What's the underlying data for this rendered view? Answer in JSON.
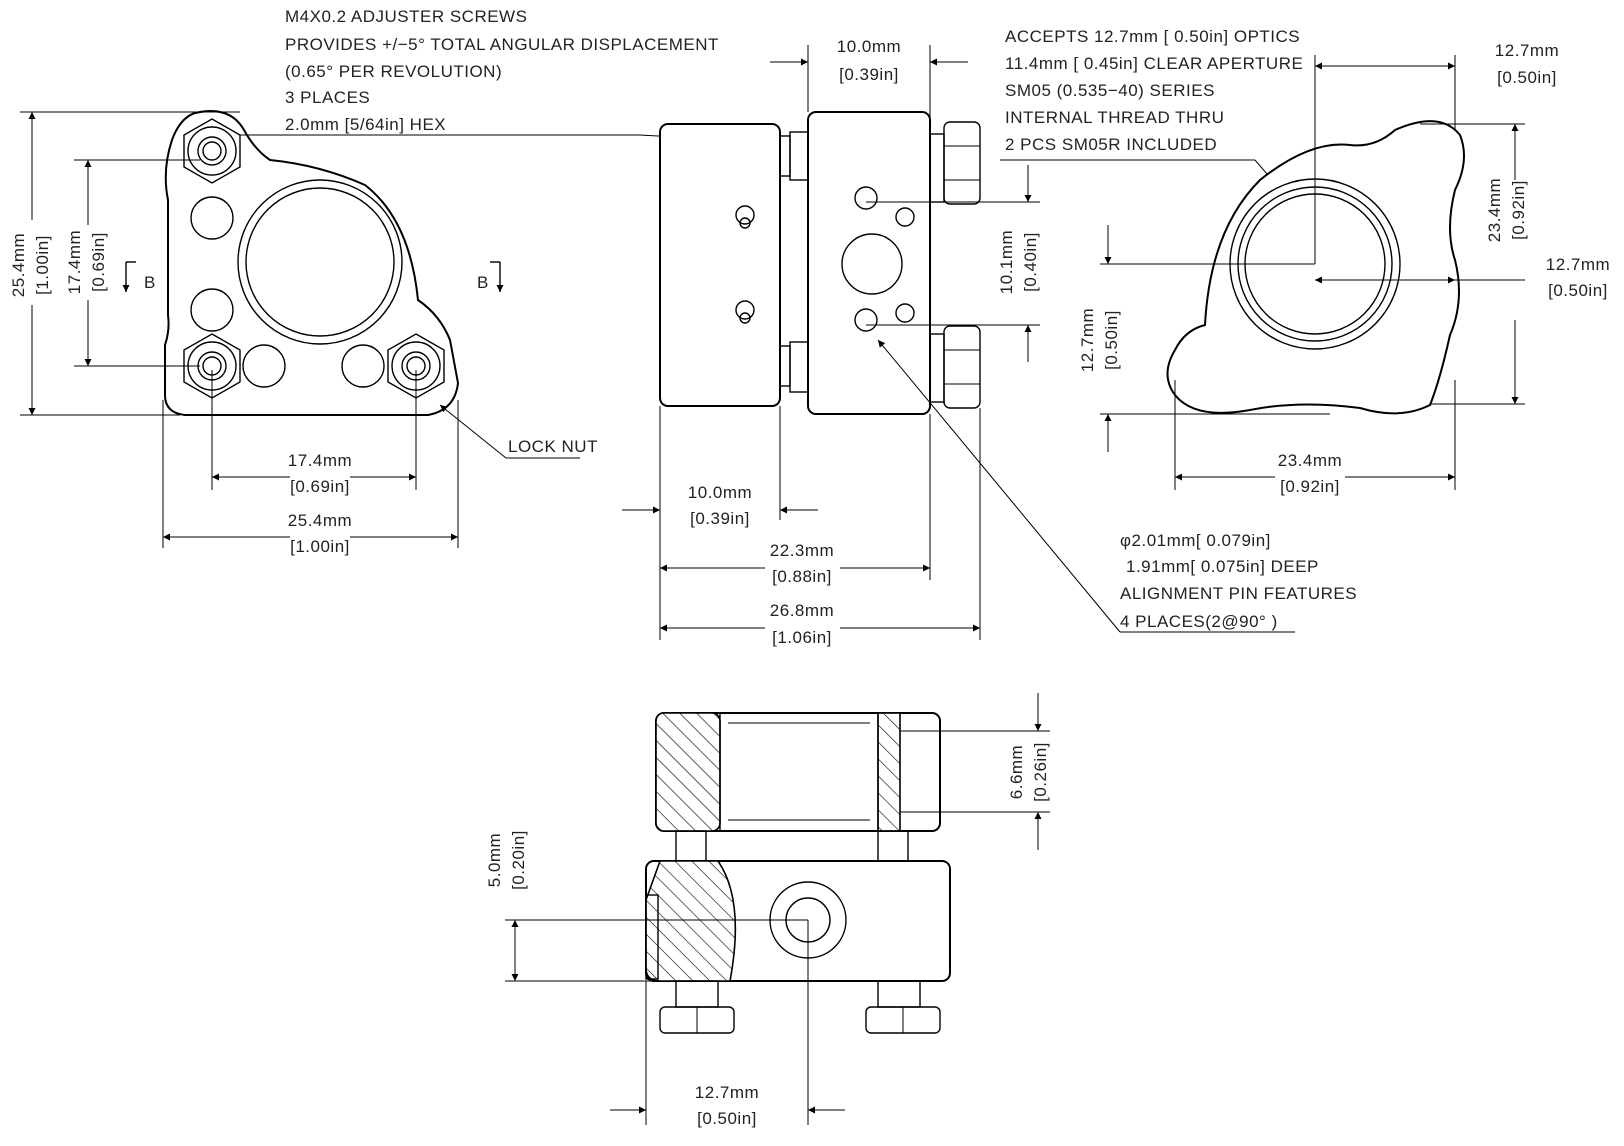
{
  "notes": {
    "adjuster": [
      "M4X0.2  ADJUSTER SCREWS",
      "PROVIDES +/−5°  TOTAL ANGULAR DISPLACEMENT",
      "(0.65°  PER REVOLUTION)",
      "3 PLACES",
      "2.0mm [5/64in] HEX"
    ],
    "optics": [
      "ACCEPTS 12.7mm [ 0.50in] OPTICS",
      "11.4mm [ 0.45in] CLEAR APERTURE",
      "SM05 (0.535−40) SERIES",
      "INTERNAL THREAD THRU",
      "2 PCS SM05R INCLUDED"
    ],
    "pins": [
      "φ2.01mm[ 0.079in]",
      "1.91mm[ 0.075in] DEEP",
      "ALIGNMENT PIN FEATURES",
      "4 PLACES(2@90°  )"
    ],
    "lock_nut": "LOCK NUT",
    "section_b": "B"
  },
  "dims": {
    "front_height_mm": "25.4mm",
    "front_height_in": "[1.00in]",
    "front_inner_height_mm": "17.4mm",
    "front_inner_height_in": "[0.69in]",
    "front_screw_span_mm": "17.4mm",
    "front_screw_span_in": "[0.69in]",
    "front_width_mm": "25.4mm",
    "front_width_in": "[1.00in]",
    "side_top_mm": "10.0mm",
    "side_top_in": "[0.39in]",
    "side_gap_mm": "10.0mm",
    "side_gap_in": "[0.39in]",
    "side_total_mm": "22.3mm",
    "side_total_in": "[0.88in]",
    "side_overall_mm": "26.8mm",
    "side_overall_in": "[1.06in]",
    "side_pin_mm": "10.1mm",
    "side_pin_in": "[0.40in]",
    "back_top_mm": "12.7mm",
    "back_top_in": "[0.50in]",
    "back_height_mm": "23.4mm",
    "back_height_in": "[0.92in]",
    "back_center_mm": "12.7mm",
    "back_center_in": "[0.50in]",
    "back_left_mm": "12.7mm",
    "back_left_in": "[0.50in]",
    "back_width_mm": "23.4mm",
    "back_width_in": "[0.92in]",
    "section_thick_mm": "6.6mm",
    "section_thick_in": "[0.26in]",
    "section_offset_mm": "5.0mm",
    "section_offset_in": "[0.20in]",
    "section_bottom_mm": "12.7mm",
    "section_bottom_in": "[0.50in]"
  }
}
